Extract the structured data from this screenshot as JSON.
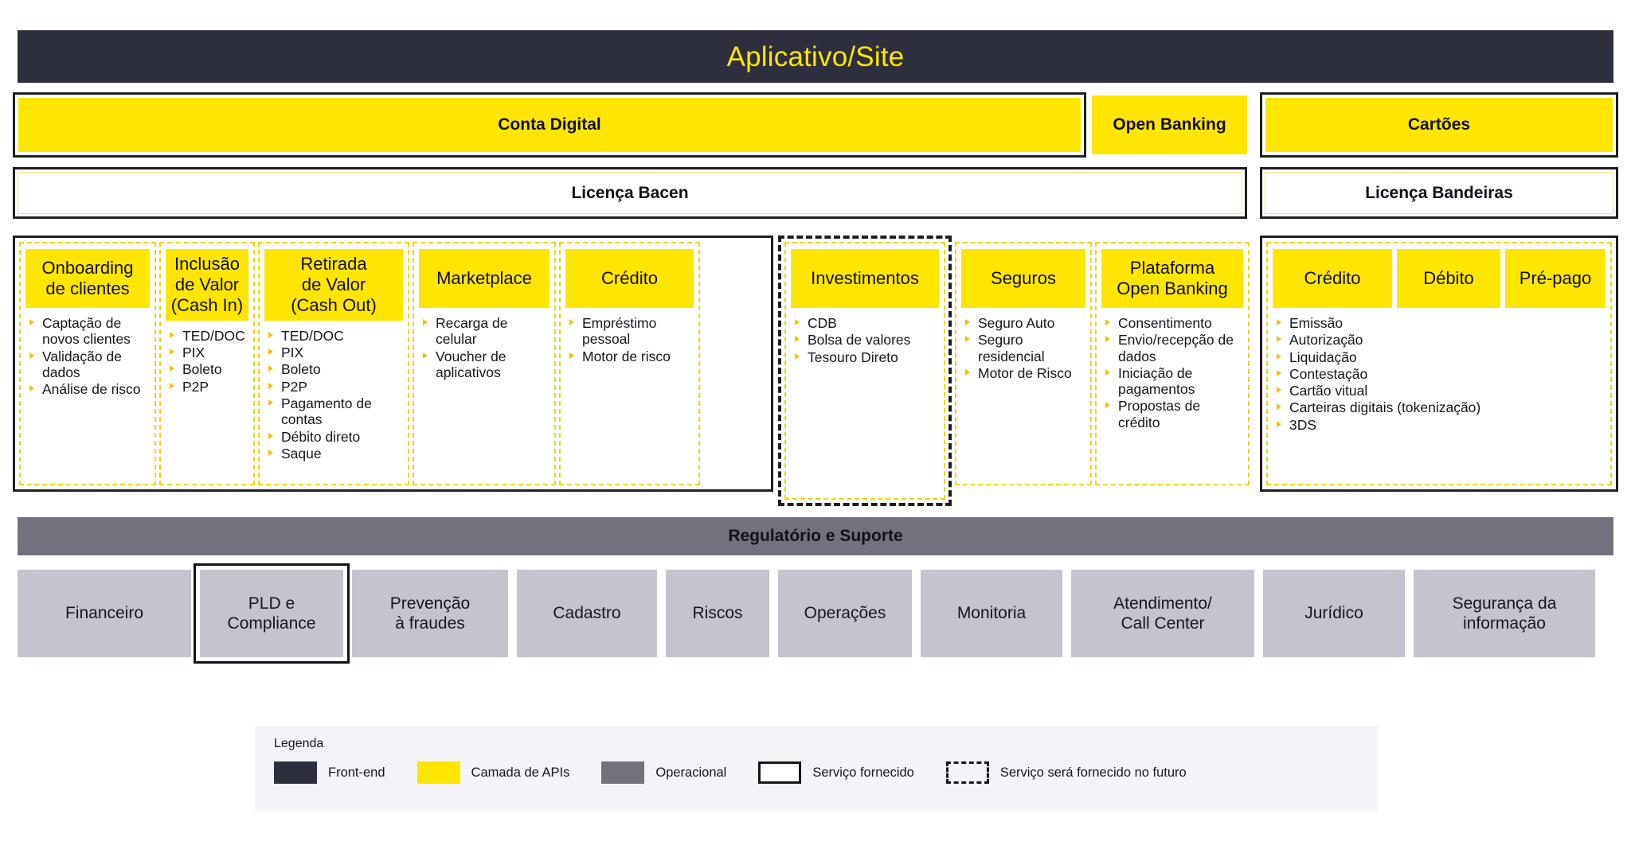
{
  "frontend": {
    "title": "Aplicativo/Site"
  },
  "channels": {
    "conta_digital": "Conta Digital",
    "open_banking": "Open Banking",
    "cartoes": "Cartões"
  },
  "licenses": {
    "bacen": "Licença Bacen",
    "bandeiras": "Licença Bandeiras"
  },
  "services": [
    {
      "key": "onboarding",
      "title": "Onboarding\nde clientes",
      "title_lines": [
        "Onboarding",
        "de clientes"
      ],
      "items": [
        "Captação de novos clientes",
        "Validação de dados",
        "Análise de risco"
      ]
    },
    {
      "key": "cash-in",
      "title_lines": [
        "Inclusão",
        "de Valor",
        "(Cash In)"
      ],
      "items": [
        "TED/DOC",
        "PIX",
        "Boleto",
        "P2P"
      ]
    },
    {
      "key": "cash-out",
      "title_lines": [
        "Retirada",
        "de Valor",
        "(Cash Out)"
      ],
      "items": [
        "TED/DOC",
        "PIX",
        "Boleto",
        "P2P",
        "Pagamento de contas",
        "Débito direto",
        "Saque"
      ]
    },
    {
      "key": "marketplace",
      "title_lines": [
        "Marketplace"
      ],
      "items": [
        "Recarga de celular",
        "Voucher de aplicativos"
      ]
    },
    {
      "key": "credito",
      "title_lines": [
        "Crédito"
      ],
      "items": [
        "Empréstimo pessoal",
        "Motor de risco"
      ]
    },
    {
      "key": "investimentos",
      "title_lines": [
        "Investimentos"
      ],
      "items": [
        "CDB",
        "Bolsa de valores",
        "Tesouro Direto"
      ]
    },
    {
      "key": "seguros",
      "title_lines": [
        "Seguros"
      ],
      "items": [
        "Seguro Auto",
        "Seguro residencial",
        "Motor de Risco"
      ]
    },
    {
      "key": "plataforma-open-banking",
      "title_lines": [
        "Plataforma",
        "Open Banking"
      ],
      "items": [
        "Consentimento",
        "Envio/recepção de dados",
        "Iniciação de pagamentos",
        "Propostas de crédito"
      ]
    }
  ],
  "cards_service": {
    "key": "cartoes-servicos",
    "heads": [
      "Crédito",
      "Débito",
      "Pré-pago"
    ],
    "items": [
      "Emissão",
      "Autorização",
      "Liquidação",
      "Contestação",
      "Cartão vitual",
      "Carteiras digitais (tokenização)",
      "3DS"
    ]
  },
  "regulatory": {
    "title": "Regulatório e Suporte"
  },
  "support": [
    {
      "label": "Financeiro",
      "highlight": false
    },
    {
      "label": "PLD e\nCompliance",
      "highlight": true
    },
    {
      "label": "Prevenção\nà fraudes",
      "highlight": false
    },
    {
      "label": "Cadastro",
      "highlight": false
    },
    {
      "label": "Riscos",
      "highlight": false
    },
    {
      "label": "Operações",
      "highlight": false
    },
    {
      "label": "Monitoria",
      "highlight": false
    },
    {
      "label": "Atendimento/\nCall Center",
      "highlight": false
    },
    {
      "label": "Jurídico",
      "highlight": false
    },
    {
      "label": "Segurança da\ninformação",
      "highlight": false
    }
  ],
  "legend": {
    "title": "Legenda",
    "items": [
      {
        "label": "Front-end",
        "swatch": "solid",
        "color": "#2e2f3e"
      },
      {
        "label": "Camada de APIs",
        "swatch": "solid",
        "color": "#ffe600"
      },
      {
        "label": "Operacional",
        "swatch": "solid",
        "color": "#72727f"
      },
      {
        "label": "Serviço fornecido",
        "swatch": "outline",
        "color": "#16161d"
      },
      {
        "label": "Serviço será fornecido no futuro",
        "swatch": "dashed",
        "color": "#16161d"
      }
    ]
  },
  "colors": {
    "frontend": "#2e2f3e",
    "api_yellow": "#ffe600",
    "operational": "#72727f",
    "support_box": "#c4c4ce",
    "legend_bg": "#f4f4f8",
    "ink": "#16161d"
  }
}
